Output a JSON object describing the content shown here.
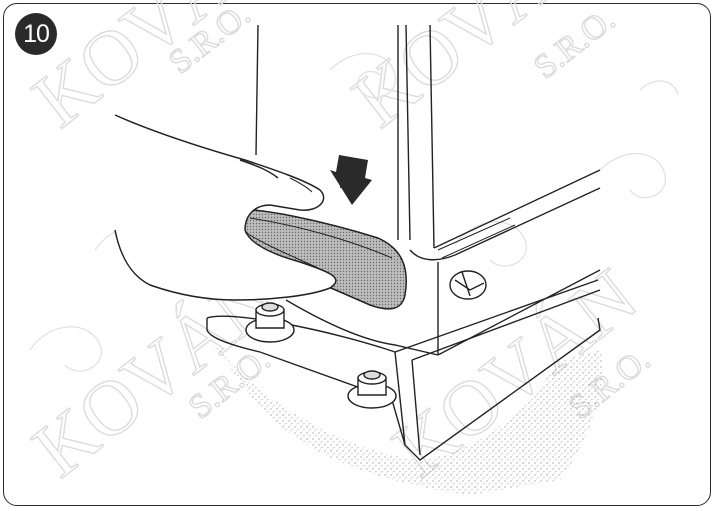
{
  "step": {
    "number": "10"
  },
  "watermark": {
    "brand": "KOVÁN",
    "suffix": "S.R.O."
  },
  "illustration": {
    "arrow_direction": "down",
    "icons": [
      "hand-icon",
      "release-handle-icon",
      "down-arrow-icon",
      "bolt-icon",
      "lock-icon"
    ]
  }
}
